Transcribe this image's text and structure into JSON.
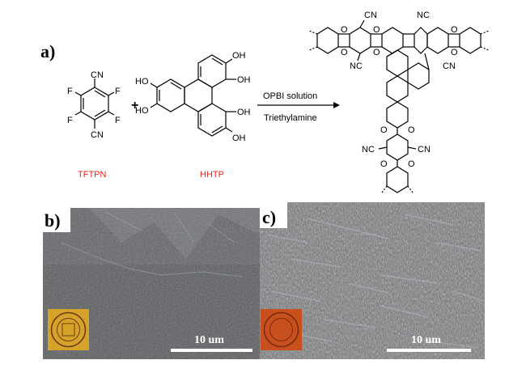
{
  "panels": {
    "a": {
      "label": "a)"
    },
    "b": {
      "label": "b)",
      "scale_bar": "10 um"
    },
    "c": {
      "label": "c)",
      "scale_bar": "10 um"
    }
  },
  "reaction": {
    "reactant1_name": "TFTPN",
    "reactant2_name": "HHTP",
    "plus": "+",
    "condition_top": "OPBI solution",
    "condition_bottom": "Triethylamine",
    "atoms": {
      "F": "F",
      "CN": "CN",
      "NC": "NC",
      "OH": "OH",
      "HO": "HO",
      "O": "O"
    }
  },
  "colors": {
    "compound_name": "#e8231f",
    "sem_b": "#5a5c5f",
    "sem_c": "#6b6d70",
    "seal_b": "#d7a22a",
    "seal_c": "#c8501e"
  }
}
